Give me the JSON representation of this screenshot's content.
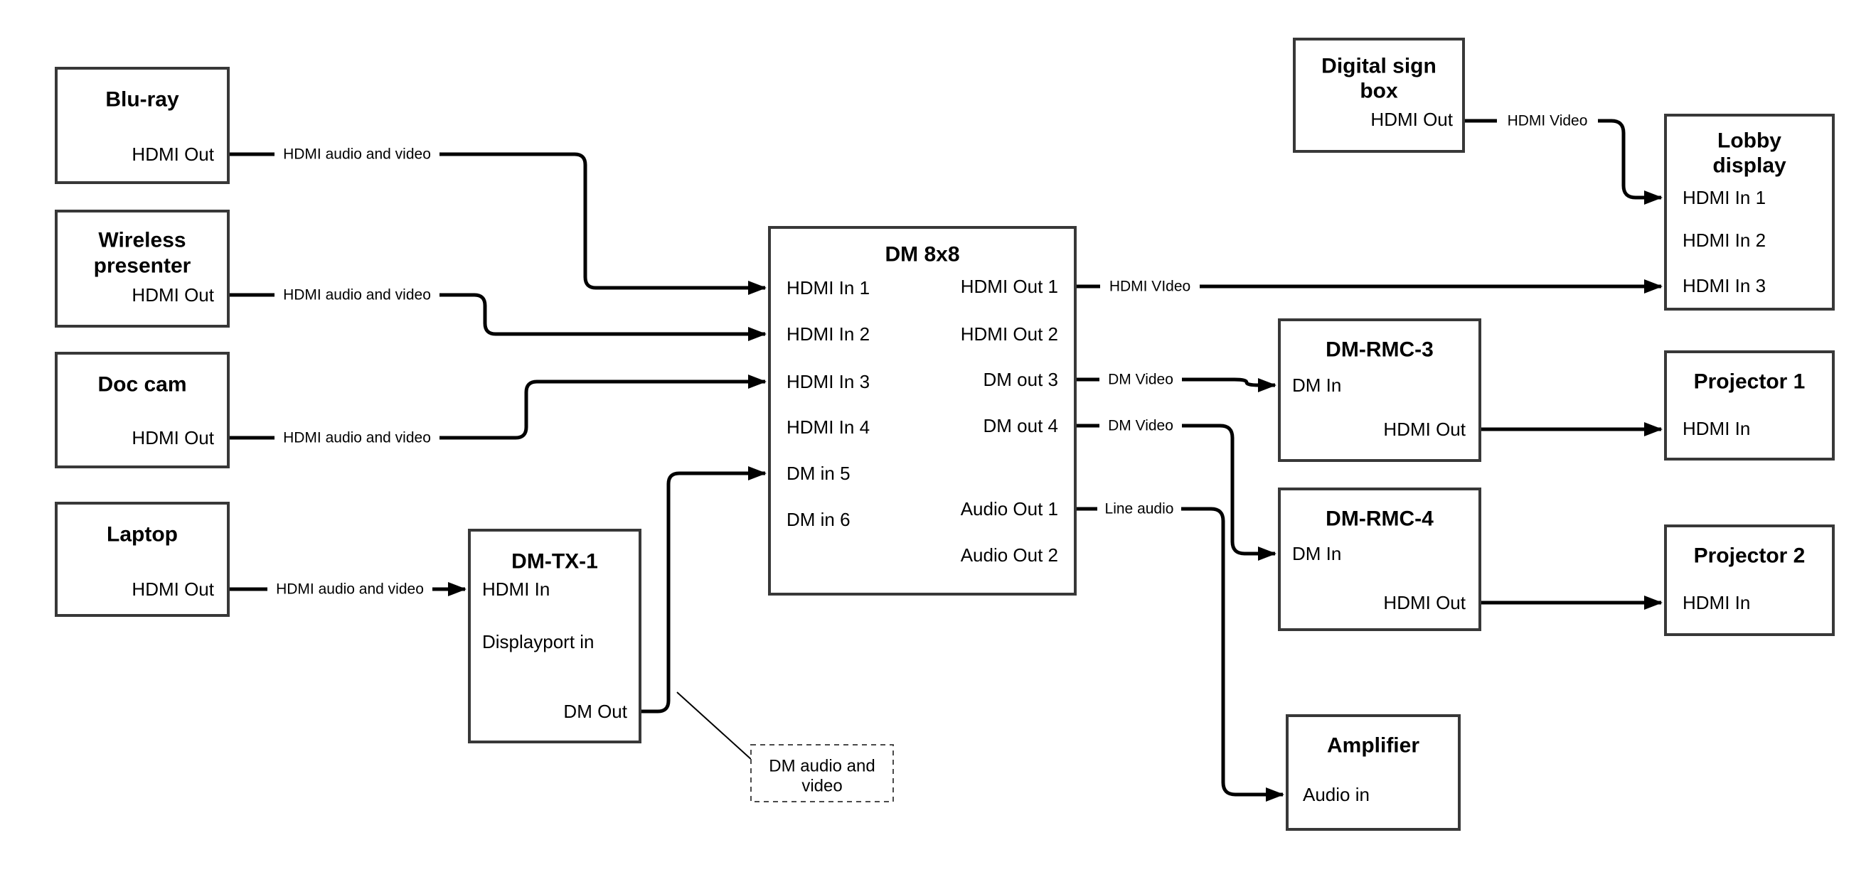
{
  "colors": {
    "background": "#ffffff",
    "box_border": "#383838",
    "wire": "#000000",
    "text": "#000000"
  },
  "diagram": {
    "nodes": {
      "blu_ray": {
        "title": "Blu-ray",
        "ports": {
          "hdmi_out": "HDMI Out"
        }
      },
      "wireless_presenter": {
        "title_line1": "Wireless",
        "title_line2": "presenter",
        "ports": {
          "hdmi_out": "HDMI Out"
        }
      },
      "doc_cam": {
        "title": "Doc cam",
        "ports": {
          "hdmi_out": "HDMI Out"
        }
      },
      "laptop": {
        "title": "Laptop",
        "ports": {
          "hdmi_out": "HDMI Out"
        }
      },
      "dm_tx_1": {
        "title": "DM-TX-1",
        "ports": {
          "hdmi_in": "HDMI In",
          "displayport_in": "Displayport in",
          "dm_out": "DM Out"
        }
      },
      "dm_8x8": {
        "title": "DM 8x8",
        "ports": {
          "hdmi_in_1": "HDMI In 1",
          "hdmi_in_2": "HDMI In 2",
          "hdmi_in_3": "HDMI In 3",
          "hdmi_in_4": "HDMI In 4",
          "dm_in_5": "DM in 5",
          "dm_in_6": "DM in 6",
          "hdmi_out_1": "HDMI Out 1",
          "hdmi_out_2": "HDMI Out 2",
          "dm_out_3": "DM out 3",
          "dm_out_4": "DM out 4",
          "audio_out_1": "Audio Out 1",
          "audio_out_2": "Audio Out 2"
        }
      },
      "digital_sign_box": {
        "title_line1": "Digital sign",
        "title_line2": "box",
        "ports": {
          "hdmi_out": "HDMI Out"
        }
      },
      "lobby_display": {
        "title_line1": "Lobby",
        "title_line2": "display",
        "ports": {
          "hdmi_in_1": "HDMI In 1",
          "hdmi_in_2": "HDMI In 2",
          "hdmi_in_3": "HDMI In 3"
        }
      },
      "dm_rmc_3": {
        "title": "DM-RMC-3",
        "ports": {
          "dm_in": "DM In",
          "hdmi_out": "HDMI Out"
        }
      },
      "projector_1": {
        "title": "Projector 1",
        "ports": {
          "hdmi_in": "HDMI In"
        }
      },
      "dm_rmc_4": {
        "title": "DM-RMC-4",
        "ports": {
          "dm_in": "DM In",
          "hdmi_out": "HDMI Out"
        }
      },
      "projector_2": {
        "title": "Projector 2",
        "ports": {
          "hdmi_in": "HDMI In"
        }
      },
      "amplifier": {
        "title": "Amplifier",
        "ports": {
          "audio_in": "Audio in"
        }
      }
    },
    "wire_labels": {
      "bluray_link": "HDMI audio and video",
      "wireless_link": "HDMI audio and video",
      "doccam_link": "HDMI audio and video",
      "laptop_link": "HDMI audio and video",
      "hdmi_out1_link": "HDMI VIdeo",
      "dm_out3_link": "DM Video",
      "dm_out4_link": "DM Video",
      "audio_out1_link": "Line audio",
      "digital_sign_link": "HDMI Video"
    },
    "annotation": {
      "line1": "DM audio and",
      "line2": "video"
    }
  }
}
